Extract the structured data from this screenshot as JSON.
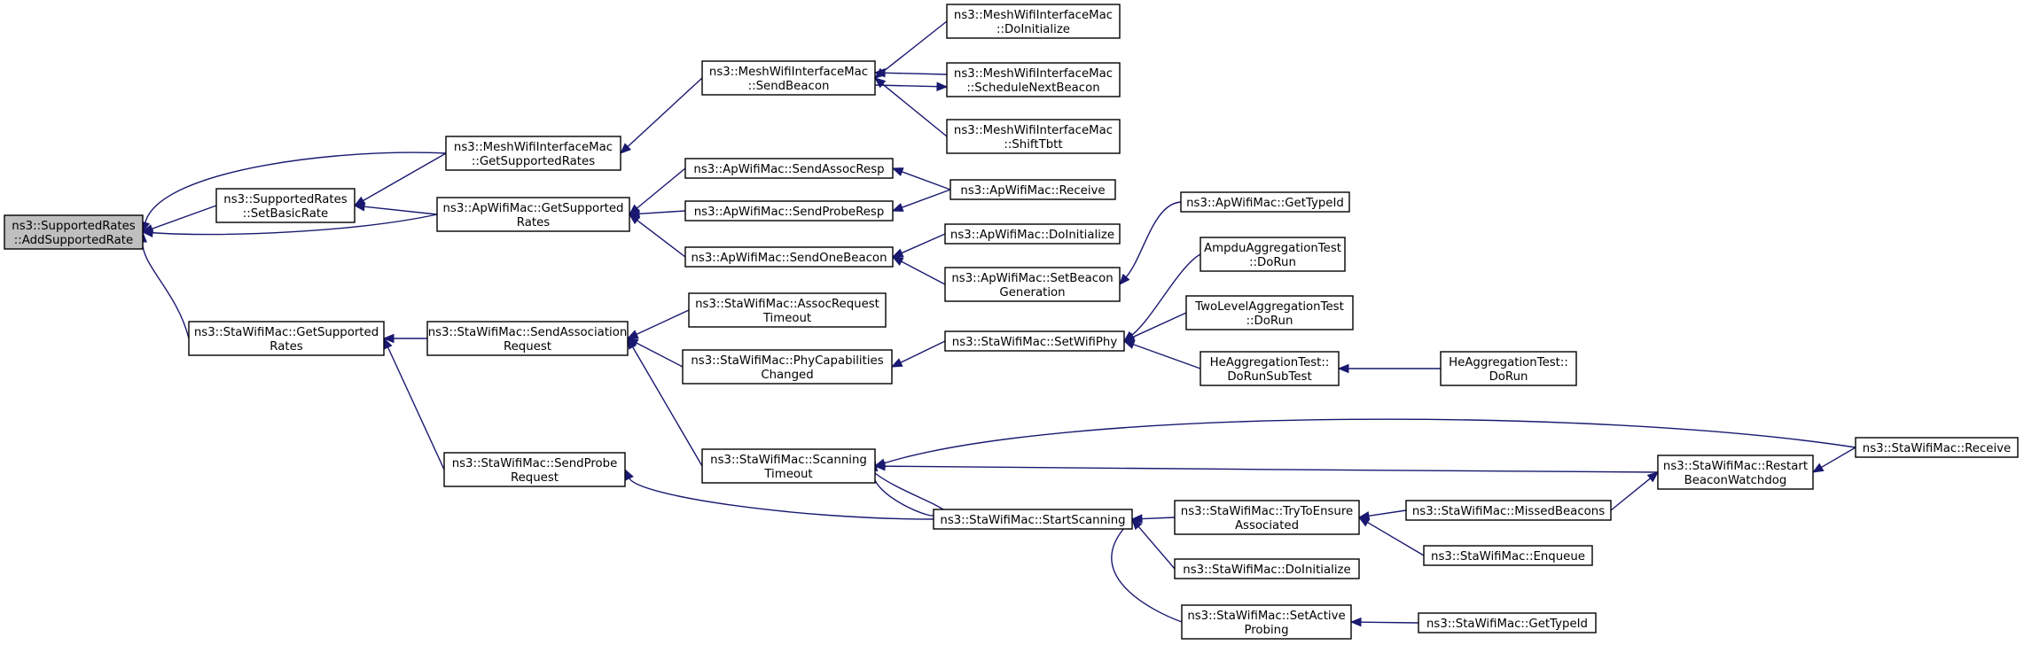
{
  "graph": {
    "title": "",
    "nodes": [
      {
        "id": "root",
        "lines": [
          "ns3::SupportedRates",
          "::AddSupportedRate"
        ]
      },
      {
        "id": "setbasic",
        "lines": [
          "ns3::SupportedRates",
          "::SetBasicRate"
        ]
      },
      {
        "id": "mesh_getsup",
        "lines": [
          "ns3::MeshWifiInterfaceMac",
          "::GetSupportedRates"
        ]
      },
      {
        "id": "ap_getsup",
        "lines": [
          "ns3::ApWifiMac::GetSupported",
          "Rates"
        ]
      },
      {
        "id": "sta_getsup",
        "lines": [
          "ns3::StaWifiMac::GetSupported",
          "Rates"
        ]
      },
      {
        "id": "mesh_sendbeacon",
        "lines": [
          "ns3::MeshWifiInterfaceMac",
          "::SendBeacon"
        ]
      },
      {
        "id": "mesh_doinit",
        "lines": [
          "ns3::MeshWifiInterfaceMac",
          "::DoInitialize"
        ]
      },
      {
        "id": "mesh_schedule",
        "lines": [
          "ns3::MeshWifiInterfaceMac",
          "::ScheduleNextBeacon"
        ]
      },
      {
        "id": "mesh_shift",
        "lines": [
          "ns3::MeshWifiInterfaceMac",
          "::ShiftTbtt"
        ]
      },
      {
        "id": "ap_sendassoc",
        "lines": [
          "ns3::ApWifiMac::SendAssocResp"
        ]
      },
      {
        "id": "ap_sendprobe",
        "lines": [
          "ns3::ApWifiMac::SendProbeResp"
        ]
      },
      {
        "id": "ap_sendone",
        "lines": [
          "ns3::ApWifiMac::SendOneBeacon"
        ]
      },
      {
        "id": "ap_receive",
        "lines": [
          "ns3::ApWifiMac::Receive"
        ]
      },
      {
        "id": "ap_doinit",
        "lines": [
          "ns3::ApWifiMac::DoInitialize"
        ]
      },
      {
        "id": "ap_setbeacon",
        "lines": [
          "ns3::ApWifiMac::SetBeacon",
          "Generation"
        ]
      },
      {
        "id": "ap_gettypeid",
        "lines": [
          "ns3::ApWifiMac::GetTypeId"
        ]
      },
      {
        "id": "ampdu",
        "lines": [
          "AmpduAggregationTest",
          "::DoRun"
        ]
      },
      {
        "id": "twolevel",
        "lines": [
          "TwoLevelAggregationTest",
          "::DoRun"
        ]
      },
      {
        "id": "he_subtest",
        "lines": [
          "HeAggregationTest::",
          "DoRunSubTest"
        ]
      },
      {
        "id": "he_dorun",
        "lines": [
          "HeAggregationTest::",
          "DoRun"
        ]
      },
      {
        "id": "sta_setwifiphy",
        "lines": [
          "ns3::StaWifiMac::SetWifiPhy"
        ]
      },
      {
        "id": "sta_sendassocreq",
        "lines": [
          "ns3::StaWifiMac::SendAssociation",
          "Request"
        ]
      },
      {
        "id": "sta_assoctimeout",
        "lines": [
          "ns3::StaWifiMac::AssocRequest",
          "Timeout"
        ]
      },
      {
        "id": "sta_phycap",
        "lines": [
          "ns3::StaWifiMac::PhyCapabilities",
          "Changed"
        ]
      },
      {
        "id": "sta_sendprobe",
        "lines": [
          "ns3::StaWifiMac::SendProbe",
          "Request"
        ]
      },
      {
        "id": "sta_scantimeout",
        "lines": [
          "ns3::StaWifiMac::Scanning",
          "Timeout"
        ]
      },
      {
        "id": "sta_startscan",
        "lines": [
          "ns3::StaWifiMac::StartScanning"
        ]
      },
      {
        "id": "sta_tryensure",
        "lines": [
          "ns3::StaWifiMac::TryToEnsure",
          "Associated"
        ]
      },
      {
        "id": "sta_doinit",
        "lines": [
          "ns3::StaWifiMac::DoInitialize"
        ]
      },
      {
        "id": "sta_setactive",
        "lines": [
          "ns3::StaWifiMac::SetActive",
          "Probing"
        ]
      },
      {
        "id": "sta_gettypeid",
        "lines": [
          "ns3::StaWifiMac::GetTypeId"
        ]
      },
      {
        "id": "sta_missed",
        "lines": [
          "ns3::StaWifiMac::MissedBeacons"
        ]
      },
      {
        "id": "sta_enqueue",
        "lines": [
          "ns3::StaWifiMac::Enqueue"
        ]
      },
      {
        "id": "sta_restart",
        "lines": [
          "ns3::StaWifiMac::Restart",
          "BeaconWatchdog"
        ]
      },
      {
        "id": "sta_receive",
        "lines": [
          "ns3::StaWifiMac::Receive"
        ]
      }
    ],
    "edges": [
      {
        "from": "setbasic",
        "to": "root"
      },
      {
        "from": "mesh_getsup",
        "to": "root"
      },
      {
        "from": "ap_getsup",
        "to": "root"
      },
      {
        "from": "sta_getsup",
        "to": "root"
      },
      {
        "from": "mesh_getsup",
        "to": "setbasic"
      },
      {
        "from": "ap_getsup",
        "to": "setbasic"
      },
      {
        "from": "mesh_sendbeacon",
        "to": "mesh_getsup"
      },
      {
        "from": "mesh_doinit",
        "to": "mesh_sendbeacon"
      },
      {
        "from": "mesh_schedule",
        "to": "mesh_sendbeacon"
      },
      {
        "from": "mesh_sendbeacon",
        "to": "mesh_schedule"
      },
      {
        "from": "mesh_shift",
        "to": "mesh_sendbeacon"
      },
      {
        "from": "ap_sendassoc",
        "to": "ap_getsup"
      },
      {
        "from": "ap_sendprobe",
        "to": "ap_getsup"
      },
      {
        "from": "ap_sendone",
        "to": "ap_getsup"
      },
      {
        "from": "ap_receive",
        "to": "ap_sendassoc"
      },
      {
        "from": "ap_receive",
        "to": "ap_sendprobe"
      },
      {
        "from": "ap_doinit",
        "to": "ap_sendone"
      },
      {
        "from": "ap_setbeacon",
        "to": "ap_sendone"
      },
      {
        "from": "ap_gettypeid",
        "to": "ap_setbeacon"
      },
      {
        "from": "sta_sendassocreq",
        "to": "sta_getsup"
      },
      {
        "from": "sta_sendprobe",
        "to": "sta_getsup"
      },
      {
        "from": "sta_assoctimeout",
        "to": "sta_sendassocreq"
      },
      {
        "from": "sta_phycap",
        "to": "sta_sendassocreq"
      },
      {
        "from": "sta_scantimeout",
        "to": "sta_sendassocreq"
      },
      {
        "from": "sta_setwifiphy",
        "to": "sta_phycap"
      },
      {
        "from": "ampdu",
        "to": "sta_setwifiphy"
      },
      {
        "from": "twolevel",
        "to": "sta_setwifiphy"
      },
      {
        "from": "he_subtest",
        "to": "sta_setwifiphy"
      },
      {
        "from": "he_dorun",
        "to": "he_subtest"
      },
      {
        "from": "sta_startscan",
        "to": "sta_sendprobe"
      },
      {
        "from": "sta_startscan",
        "to": "sta_scantimeout"
      },
      {
        "from": "sta_scantimeout",
        "to": "sta_startscan"
      },
      {
        "from": "sta_receive",
        "to": "sta_scantimeout"
      },
      {
        "from": "sta_restart",
        "to": "sta_scantimeout"
      },
      {
        "from": "sta_tryensure",
        "to": "sta_startscan"
      },
      {
        "from": "sta_doinit",
        "to": "sta_startscan"
      },
      {
        "from": "sta_setactive",
        "to": "sta_startscan"
      },
      {
        "from": "sta_missed",
        "to": "sta_tryensure"
      },
      {
        "from": "sta_enqueue",
        "to": "sta_tryensure"
      },
      {
        "from": "sta_gettypeid",
        "to": "sta_setactive"
      },
      {
        "from": "sta_missed",
        "to": "sta_restart"
      },
      {
        "from": "sta_receive",
        "to": "sta_restart"
      }
    ],
    "colors": {
      "edge": "#191970",
      "root_fill": "#bfbfbf",
      "node_fill": "#ffffff",
      "border": "#000000"
    }
  }
}
